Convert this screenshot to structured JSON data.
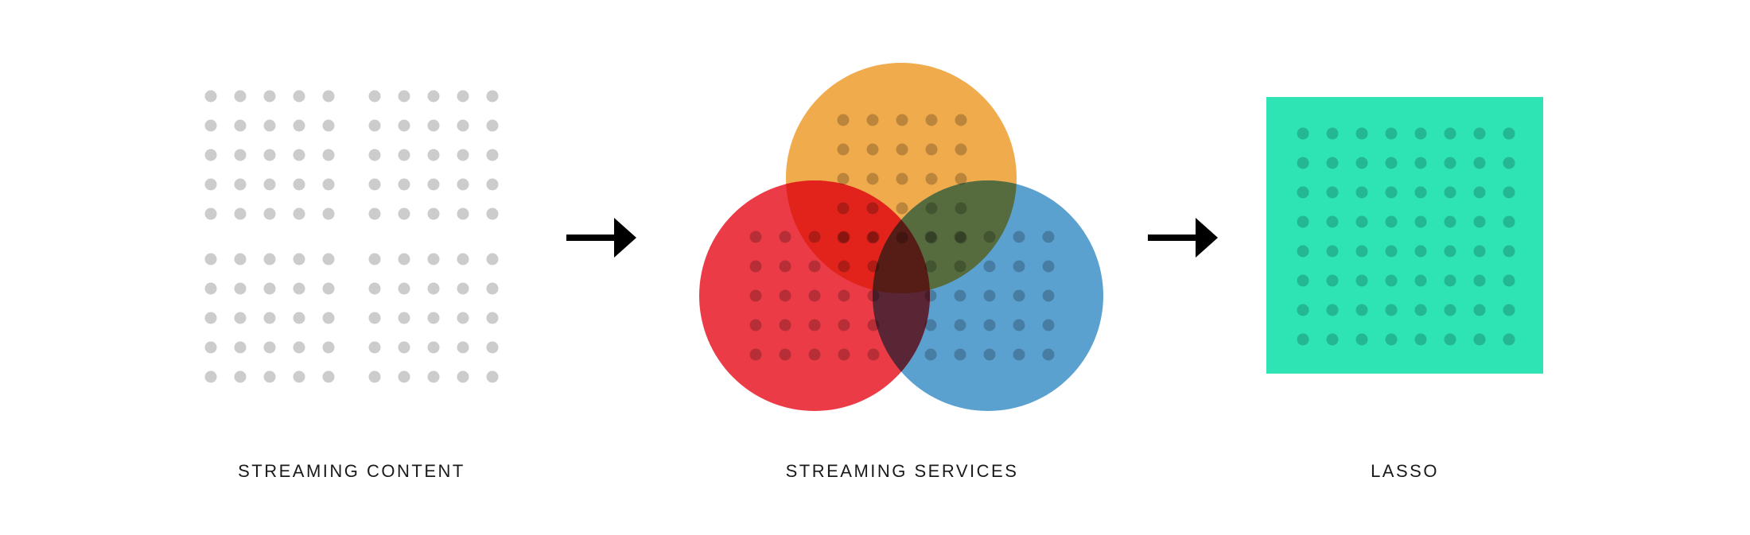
{
  "labels": {
    "streaming_content": "STREAMING CONTENT",
    "streaming_services": "STREAMING SERVICES",
    "lasso": "LASSO"
  },
  "colors": {
    "background": "#ffffff",
    "content_dot": "#cccccc",
    "arrow": "#000000",
    "service_orange": "#eea23a",
    "service_red": "#e8202e",
    "service_blue": "#3e90c8",
    "lasso_square": "#2ee3b4",
    "lasso_dot": "#22a889",
    "label_text": "#1a1a1a"
  },
  "groups": [
    {
      "name": "streaming-content",
      "label_key": "streaming_content",
      "dot_grids": 4,
      "grid_rows": 5,
      "grid_cols": 5
    },
    {
      "name": "streaming-services",
      "label_key": "streaming_services",
      "circles": 3,
      "grid_rows": 5,
      "grid_cols": 5
    },
    {
      "name": "lasso",
      "label_key": "lasso",
      "grid_rows": 8,
      "grid_cols": 8
    }
  ],
  "icons": [
    "arrow-right-icon",
    "arrow-right-icon"
  ]
}
